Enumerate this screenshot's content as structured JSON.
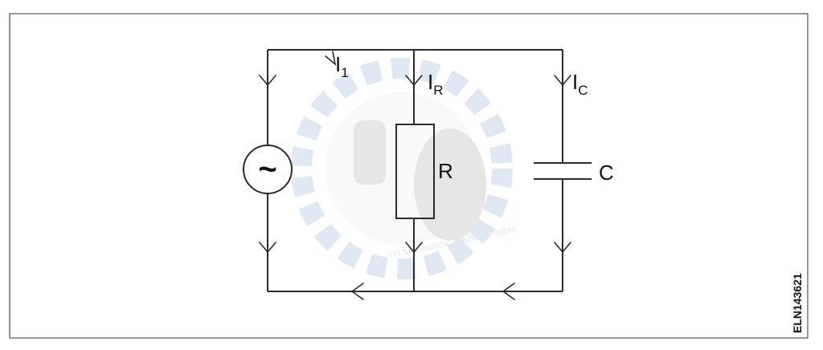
{
  "circuit": {
    "source_symbol": "~",
    "labels": {
      "i1_main": "I",
      "i1_sub": "1",
      "ir_main": "I",
      "ir_sub": "R",
      "ic_main": "I",
      "ic_sub": "C",
      "resistor": "R",
      "capacitor": "C"
    }
  },
  "watermark": {
    "text": "ITI Mechanical & Allied Trades"
  },
  "figure_code": "ELN143621",
  "colors": {
    "line": "#2b2b2b",
    "border": "#555555",
    "watermark_blue": "#3d6fb3",
    "watermark_gray": "#9a9a9a"
  }
}
